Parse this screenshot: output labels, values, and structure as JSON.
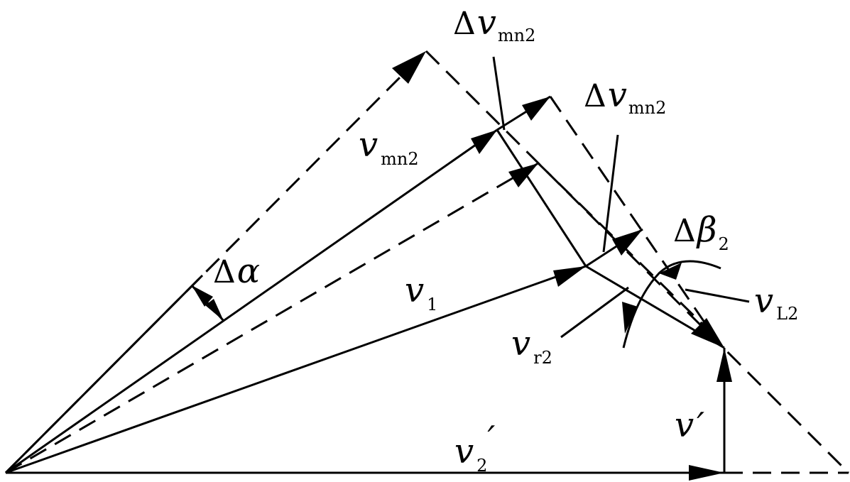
{
  "labels": {
    "delta_v_mn2_top": {
      "prefix": "Δ",
      "symbol": "v",
      "sub": "mn2"
    },
    "delta_v_mn2_right": {
      "prefix": "Δ",
      "symbol": "v",
      "sub": "mn2"
    },
    "v_mn2": {
      "symbol": "v",
      "sub": "mn2"
    },
    "delta_alpha": {
      "prefix": "Δ",
      "symbol": "α"
    },
    "v1": {
      "symbol": "v",
      "sub": "1"
    },
    "delta_beta2": {
      "prefix": "Δ",
      "symbol": "β",
      "sub": "2"
    },
    "v_L2": {
      "symbol": "v",
      "sub": "L2"
    },
    "v_r2": {
      "symbol": "v",
      "sub": "r2"
    },
    "v_prime": {
      "symbol": "v",
      "prime": "′"
    },
    "v2_prime": {
      "symbol": "v",
      "sub": "2",
      "prime": "′"
    }
  }
}
